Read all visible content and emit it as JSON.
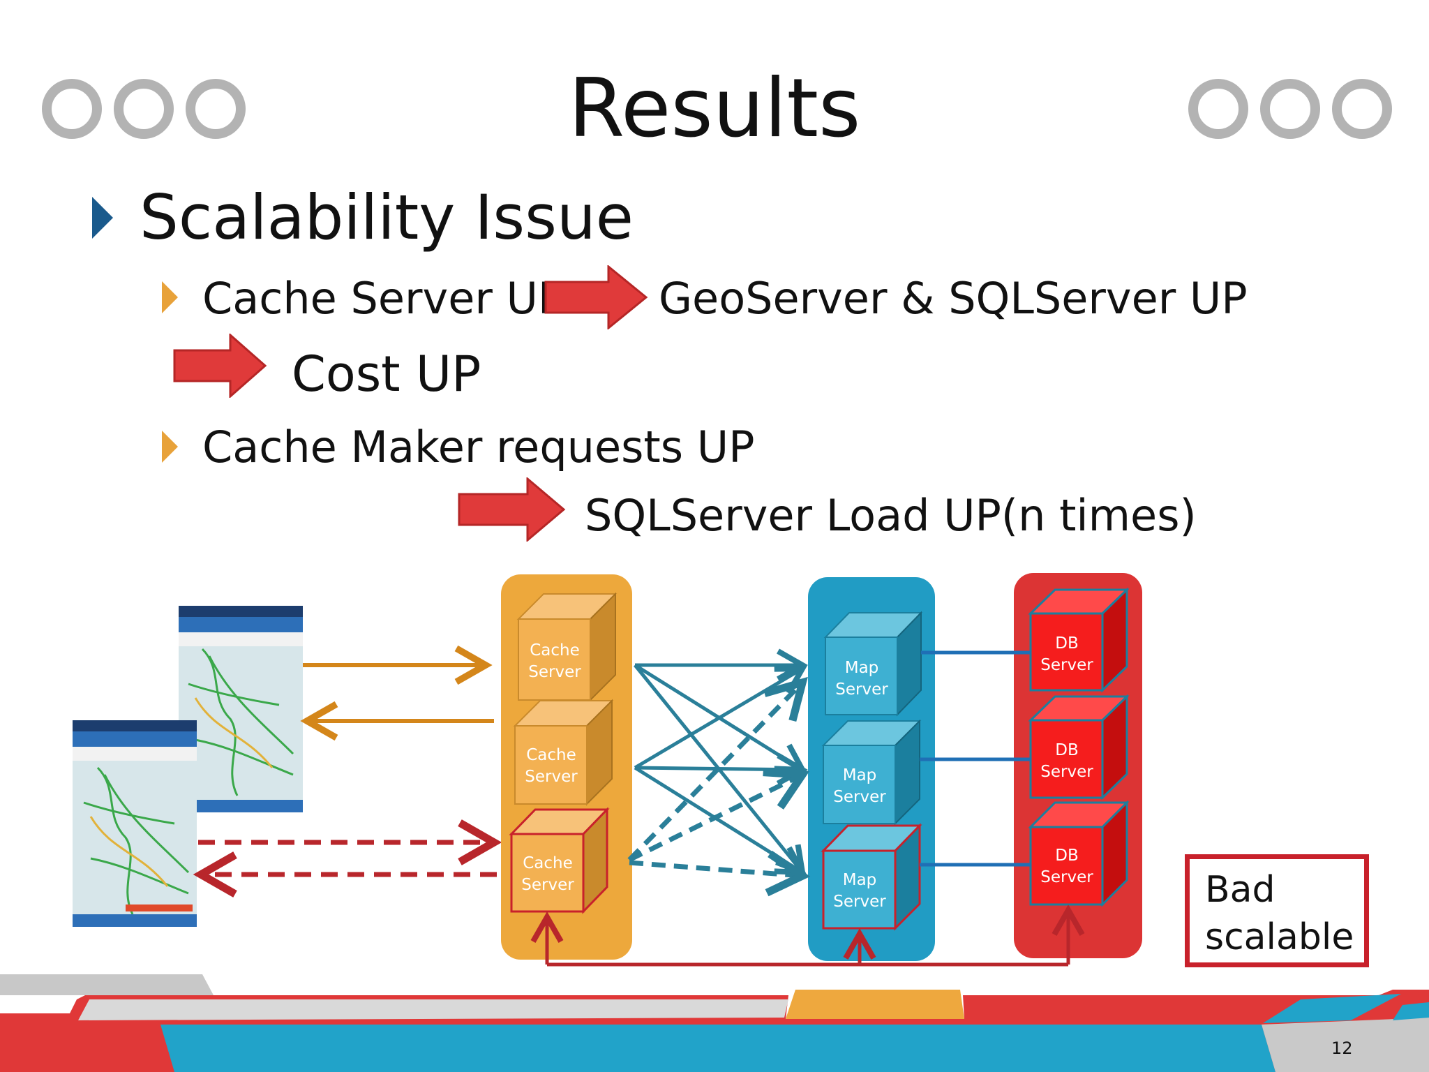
{
  "slide": {
    "title": "Results",
    "heading": "Scalability  Issue",
    "bullet1_left": "Cache Server UP",
    "bullet1_right": "GeoServer & SQLServer UP",
    "cost_line": "Cost UP",
    "bullet2": "Cache Maker requests UP",
    "load_line": "SQLServer Load UP(n times)",
    "page_number": "12"
  },
  "diagram": {
    "cache_labels": [
      [
        "Cache",
        "Server"
      ],
      [
        "Cache",
        "Server"
      ],
      [
        "Cache",
        "Server"
      ]
    ],
    "map_labels": [
      [
        "Map",
        "Server"
      ],
      [
        "Map",
        "Server"
      ],
      [
        "Map",
        "Server"
      ]
    ],
    "db_labels": [
      [
        "DB",
        "Server"
      ],
      [
        "DB",
        "Server"
      ],
      [
        "DB",
        "Server"
      ]
    ],
    "callout": [
      "Bad",
      "scalable"
    ]
  },
  "colors": {
    "accent_blue": "#1a5a8c",
    "bullet_orange": "#e8a23a",
    "arrow_red": "#e03a3a",
    "cache_orange": "#eda83c",
    "map_blue": "#219cc4",
    "db_red": "#dc3434",
    "bad_red": "#c8212b"
  }
}
